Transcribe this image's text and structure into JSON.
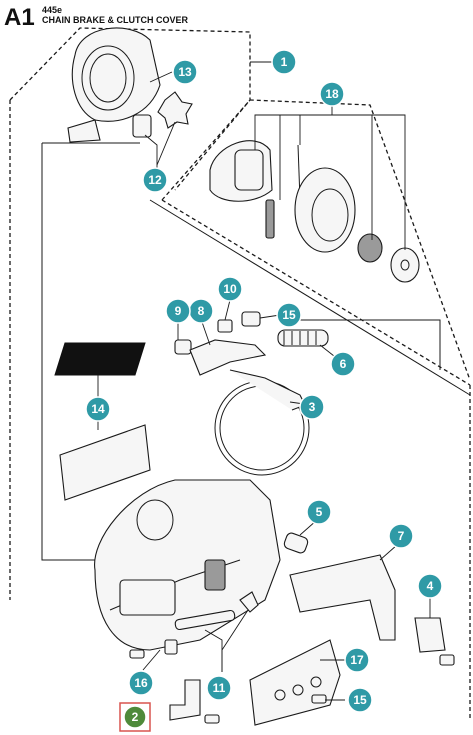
{
  "header": {
    "code": "A1",
    "model": "445e",
    "title": "CHAIN BRAKE & CLUTCH COVER"
  },
  "callouts": [
    {
      "id": "c1",
      "label": "1"
    },
    {
      "id": "c2",
      "label": "2"
    },
    {
      "id": "c3",
      "label": "3"
    },
    {
      "id": "c4",
      "label": "4"
    },
    {
      "id": "c5",
      "label": "5"
    },
    {
      "id": "c6",
      "label": "6"
    },
    {
      "id": "c7",
      "label": "7"
    },
    {
      "id": "c8",
      "label": "8"
    },
    {
      "id": "c9",
      "label": "9"
    },
    {
      "id": "c10",
      "label": "10"
    },
    {
      "id": "c11",
      "label": "11"
    },
    {
      "id": "c12",
      "label": "12"
    },
    {
      "id": "c13",
      "label": "13"
    },
    {
      "id": "c14",
      "label": "14"
    },
    {
      "id": "c15a",
      "label": "15"
    },
    {
      "id": "c15b",
      "label": "15"
    },
    {
      "id": "c16",
      "label": "16"
    },
    {
      "id": "c17",
      "label": "17"
    },
    {
      "id": "c18",
      "label": "18"
    }
  ],
  "colors": {
    "callout": "#2f9aa6",
    "highlight_fill": "#4e8a3a",
    "highlight_border": "#d9534f"
  }
}
